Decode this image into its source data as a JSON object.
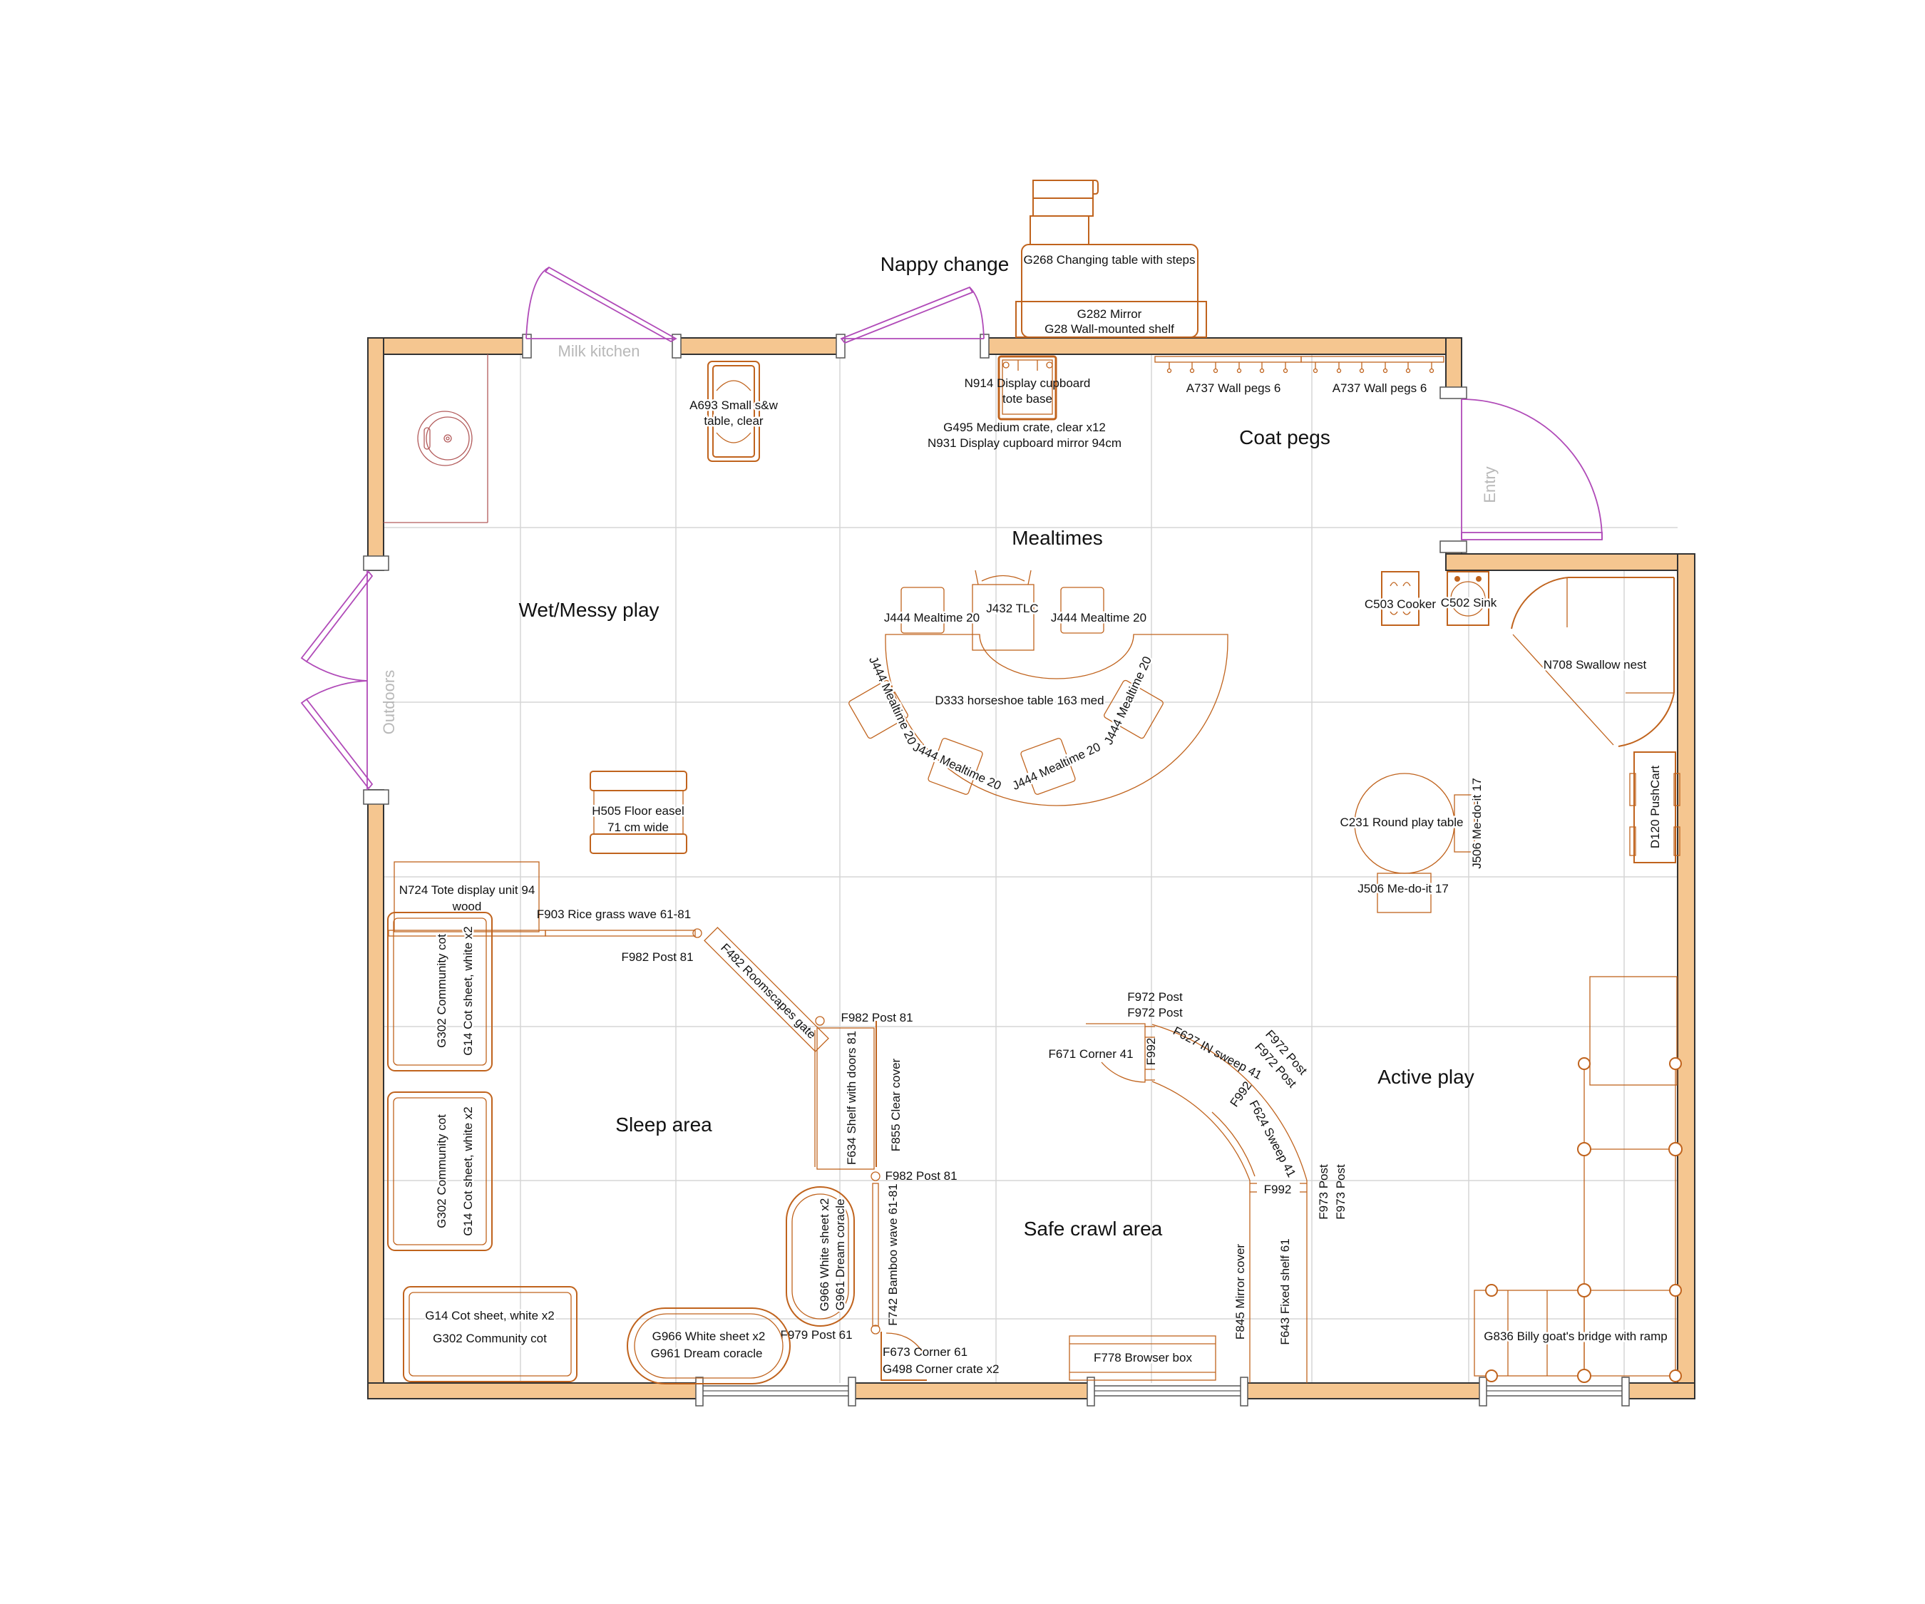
{
  "colors": {
    "wall_fill": "#f5c690",
    "furniture": "#c0631d",
    "door": "#b04ab8",
    "grid": "#d6d6d6",
    "opening_label": "#b8b8b8"
  },
  "zones": {
    "wet_messy_play": "Wet/Messy play",
    "mealtimes": "Mealtimes",
    "coat_pegs": "Coat pegs",
    "nappy_change": "Nappy change",
    "sleep_area": "Sleep area",
    "safe_crawl_area": "Safe crawl area",
    "active_play": "Active play"
  },
  "openings": {
    "milk_kitchen": "Milk kitchen",
    "entry": "Entry",
    "outdoors": "Outdoors"
  },
  "furniture": {
    "g268": "G268 Changing table with steps",
    "g282": "G282 Mirror",
    "g28": "G28 Wall-mounted shelf",
    "a693_line1": "A693 Small s&w",
    "a693_line2": "table, clear",
    "n914_line1": "N914 Display cupboard",
    "n914_line2": "tote base",
    "g495": "G495 Medium crate, clear x12",
    "n931": "N931 Display cupboard mirror 94cm",
    "a737_1": "A737 Wall pegs 6",
    "a737_2": "A737 Wall pegs 6",
    "j432": "J432 TLC",
    "j444_top_left": "J444 Mealtime 20",
    "j444_top_right": "J444 Mealtime 20",
    "j444_left": "J444 Mealtime 20",
    "j444_bottom_left": "J444 Mealtime 20",
    "j444_bottom_right": "J444 Mealtime 20",
    "j444_right": "J444 Mealtime 20",
    "d333": "D333 horseshoe table 163 med",
    "c503": "C503 Cooker",
    "c502": "C502 Sink",
    "n708": "N708 Swallow nest",
    "c231": "C231 Round play table",
    "j506_right": "J506 Me-do-it 17",
    "j506_bottom": "J506 Me-do-it 17",
    "d120": "D120 PushCart",
    "h505_line1": "H505 Floor easel",
    "h505_line2": "71 cm wide",
    "n724_line1": "N724 Tote display unit 94",
    "n724_line2": "wood",
    "f903": "F903 Rice grass wave 61-81",
    "f982_a": "F982 Post 81",
    "f482": "F482 Roomscapes gate",
    "f982_b": "F982 Post 81",
    "f634": "F634 Shelf with doors 81",
    "f855": "F855 Clear cover",
    "f982_c": "F982 Post 81",
    "f742": "F742 Bamboo wave 61-81",
    "f979": "F979 Post 61",
    "f673": "F673 Corner 61",
    "g498": "G498 Corner crate x2",
    "cot1_line1": "G302 Community cot",
    "cot1_line2": "G14 Cot sheet, white x2",
    "cot2_line1": "G302 Community cot",
    "cot2_line2": "G14 Cot sheet, white x2",
    "cot3_line1": "G14 Cot sheet, white x2",
    "cot3_line2": "G302 Community cot",
    "coracle_v_line1": "G966 White sheet x2",
    "coracle_v_line2": "G961 Dream coracle",
    "coracle_h_line1": "G966 White sheet x2",
    "coracle_h_line2": "G961 Dream coracle",
    "f972_top1": "F972 Post",
    "f972_top2": "F972 Post",
    "f671": "F671 Corner 41",
    "f992_a": "F992",
    "f627": "F627 IN sweep 41",
    "f972_diag1": "F972 Post",
    "f972_diag2": "F972 Post",
    "f992_b": "F992",
    "f624": "F624 Sweep 41",
    "f992_c": "F992",
    "f973_1": "F973 Post",
    "f973_2": "F973 Post",
    "f845": "F845 Mirror cover",
    "f643": "F643 Fixed shelf 61",
    "f778": "F778 Browser box",
    "g836": "G836 Billy goat's bridge with ramp"
  }
}
